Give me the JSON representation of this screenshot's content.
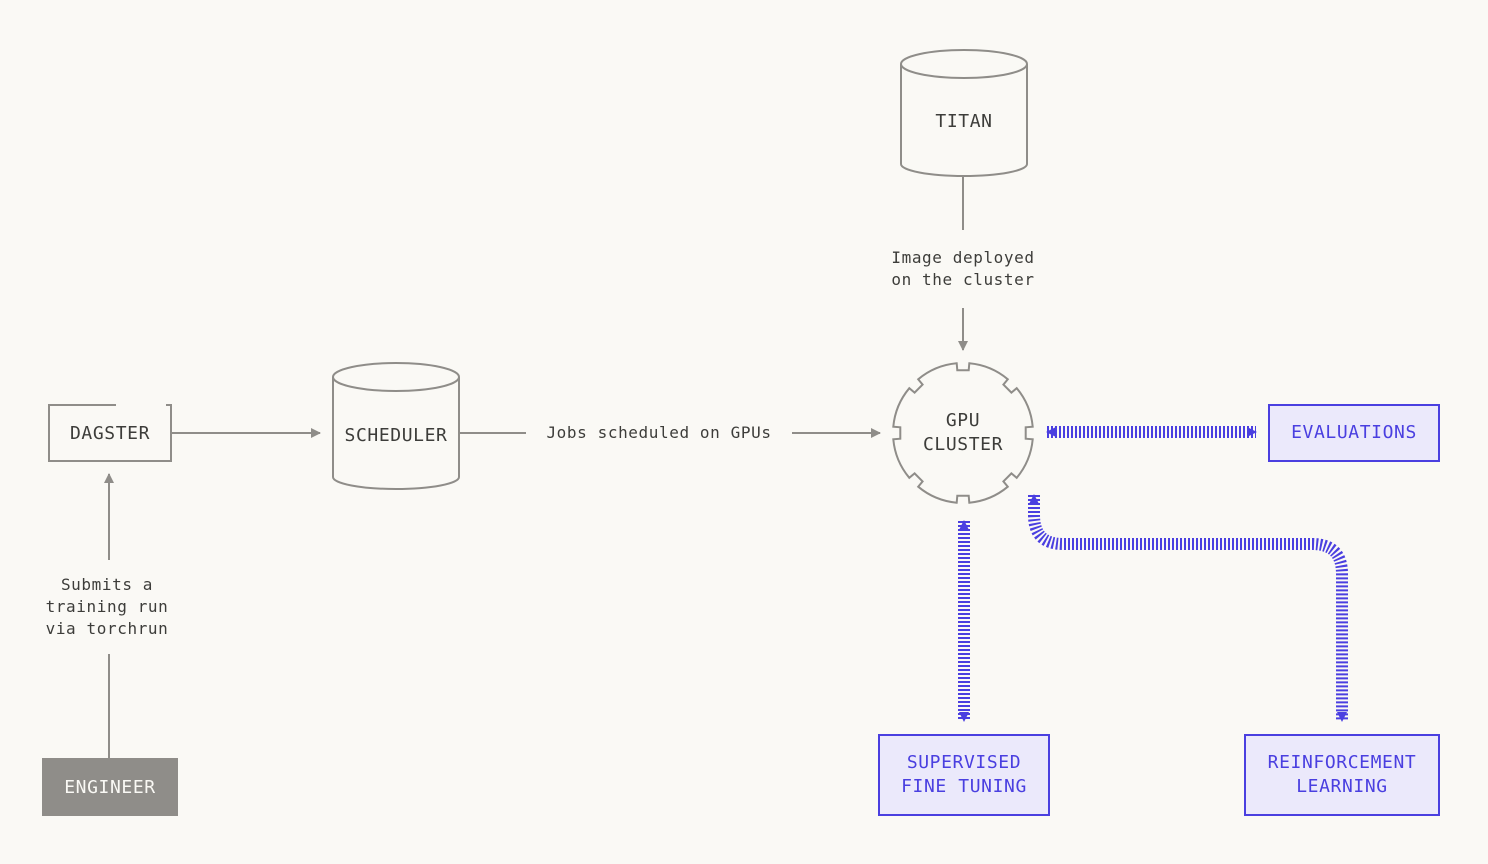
{
  "nodes": {
    "dagster": "DAGSTER",
    "scheduler": "SCHEDULER",
    "titan": "TITAN",
    "gpu_cluster": "GPU\nCLUSTER",
    "evaluations": "EVALUATIONS",
    "sft": "SUPERVISED\nFINE TUNING",
    "rl": "REINFORCEMENT\nLEARNING",
    "engineer": "ENGINEER"
  },
  "edges": {
    "engineer_to_dagster": "Submits a\ntraining run\nvia torchrun",
    "scheduler_to_gpu": "Jobs scheduled on GPUs",
    "titan_to_gpu": "Image deployed\non the cluster"
  },
  "colors": {
    "background": "#faf9f5",
    "gray": "#8f8d89",
    "accent_blue": "#4a3fe0",
    "accent_fill": "#ebe9fb"
  }
}
